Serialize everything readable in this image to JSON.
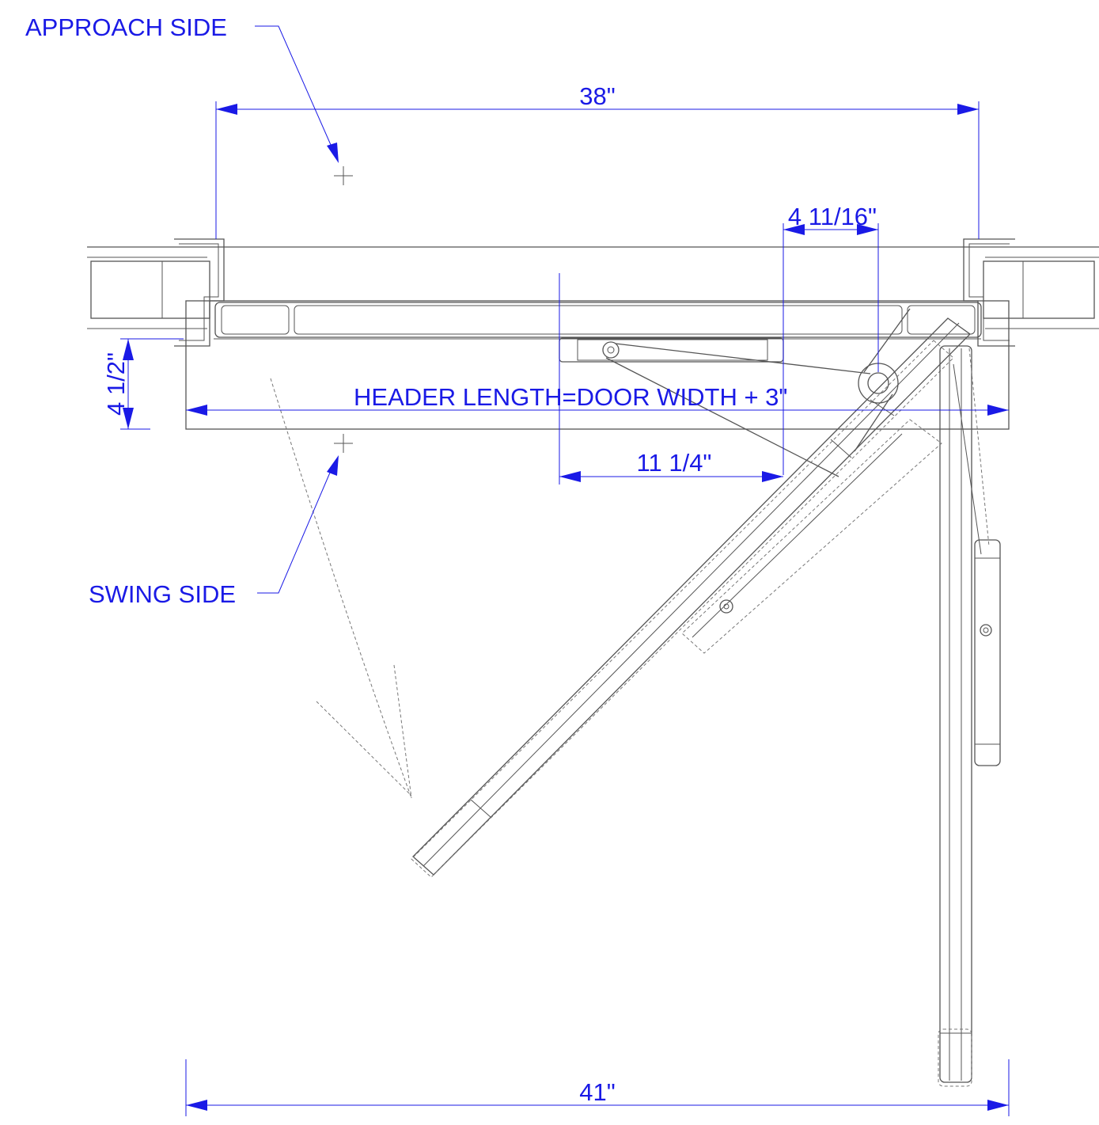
{
  "labels": {
    "approach_side": "APPROACH SIDE",
    "swing_side": "SWING SIDE",
    "header_length": "HEADER LENGTH=DOOR WIDTH + 3\""
  },
  "dimensions": {
    "door_width": "38\"",
    "pivot_offset": "4 11/16\"",
    "header_depth": "4 1/2\"",
    "arm_offset": "11 1/4\"",
    "overall_width": "41\""
  },
  "colors": {
    "annotation": "#1a1ae6",
    "linework": "#555555"
  }
}
